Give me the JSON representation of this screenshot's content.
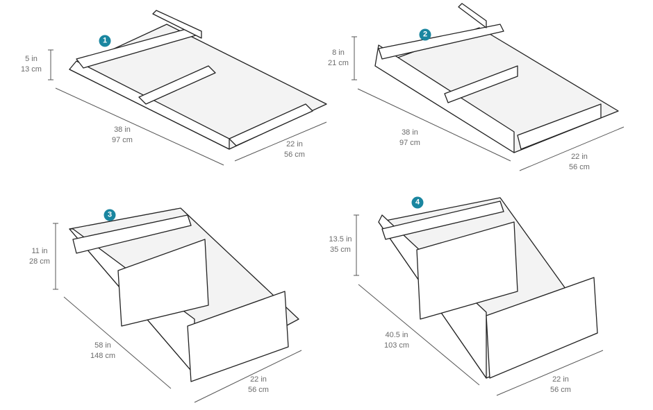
{
  "accent_color": "#1a86a0",
  "configs": [
    {
      "badge": "1",
      "height": {
        "in": "5 in",
        "cm": "13 cm"
      },
      "length": {
        "in": "38 in",
        "cm": "97 cm"
      },
      "width": {
        "in": "22 in",
        "cm": "56 cm"
      }
    },
    {
      "badge": "2",
      "height": {
        "in": "8 in",
        "cm": "21 cm"
      },
      "length": {
        "in": "38 in",
        "cm": "97 cm"
      },
      "width": {
        "in": "22 in",
        "cm": "56 cm"
      }
    },
    {
      "badge": "3",
      "height": {
        "in": "11 in",
        "cm": "28 cm"
      },
      "length": {
        "in": "58 in",
        "cm": "148 cm"
      },
      "width": {
        "in": "22 in",
        "cm": "56 cm"
      }
    },
    {
      "badge": "4",
      "height": {
        "in": "13.5 in",
        "cm": "35 cm"
      },
      "length": {
        "in": "40.5 in",
        "cm": "103 cm"
      },
      "width": {
        "in": "22 in",
        "cm": "56 cm"
      }
    }
  ]
}
